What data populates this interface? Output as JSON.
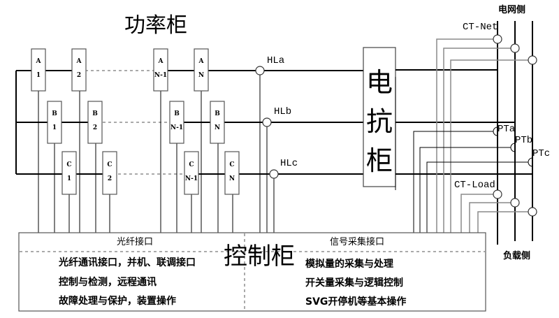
{
  "diagram": {
    "title": "功率柜",
    "modules": {
      "phase_a": [
        {
          "letter": "A",
          "index": "1"
        },
        {
          "letter": "A",
          "index": "2"
        },
        {
          "letter": "A",
          "index": "N-1"
        },
        {
          "letter": "A",
          "index": "N"
        }
      ],
      "phase_b": [
        {
          "letter": "B",
          "index": "1"
        },
        {
          "letter": "B",
          "index": "2"
        },
        {
          "letter": "B",
          "index": "N-1"
        },
        {
          "letter": "B",
          "index": "N"
        }
      ],
      "phase_c": [
        {
          "letter": "C",
          "index": "1"
        },
        {
          "letter": "C",
          "index": "2"
        },
        {
          "letter": "C",
          "index": "N-1"
        },
        {
          "letter": "C",
          "index": "N"
        }
      ]
    },
    "sensors": {
      "hla": "HLa",
      "hlb": "HLb",
      "hlc": "HLc",
      "ct_net": "CT-Net",
      "ct_load": "CT-Load",
      "pta": "PTa",
      "ptb": "PTb",
      "ptc": "PTc"
    },
    "reactor": {
      "chars": [
        "电",
        "抗",
        "柜"
      ]
    },
    "grid_side": "电网侧",
    "load_side": "负载侧",
    "control_cabinet": {
      "title": "控制柜",
      "left": {
        "header": "光纤接口",
        "lines": [
          "光纤通讯接口，并机、联调接口",
          "控制与检测，远程通讯",
          "故障处理与保护，装置操作"
        ]
      },
      "right": {
        "header": "信号采集接口",
        "lines": [
          "模拟量的采集与处理",
          "开关量采集与逻辑控制",
          "SVG开停机等基本操作"
        ]
      }
    }
  }
}
